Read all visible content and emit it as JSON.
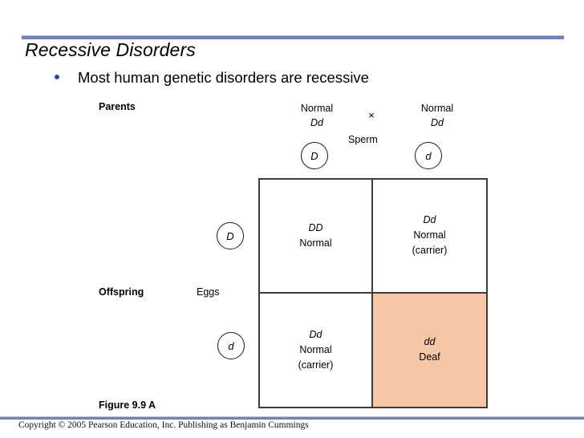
{
  "slide": {
    "title": "Recessive Disorders",
    "bullets": [
      "Most human genetic disorders are recessive"
    ],
    "accent_color": "#7082be",
    "bullet_color": "#1f4e9c"
  },
  "figure": {
    "caption": "Figure 9.9 A",
    "labels": {
      "parents": "Parents",
      "offspring": "Offspring",
      "sperm": "Sperm",
      "eggs": "Eggs",
      "cross_symbol": "×"
    },
    "parents": [
      {
        "phenotype": "Normal",
        "genotype": "Dd"
      },
      {
        "phenotype": "Normal",
        "genotype": "Dd"
      }
    ],
    "gametes": {
      "sperm": [
        "D",
        "d"
      ],
      "eggs": [
        "D",
        "d"
      ]
    },
    "punnett": {
      "highlight_color": "#f6c6a7",
      "cells": [
        {
          "genotype": "DD",
          "phenotype": "Normal",
          "note": "",
          "highlighted": false
        },
        {
          "genotype": "Dd",
          "phenotype": "Normal",
          "note": "(carrier)",
          "highlighted": false
        },
        {
          "genotype": "Dd",
          "phenotype": "Normal",
          "note": "(carrier)",
          "highlighted": false
        },
        {
          "genotype": "dd",
          "phenotype": "Deaf",
          "note": "",
          "highlighted": true
        }
      ]
    }
  },
  "footer": {
    "copyright": "Copyright © 2005 Pearson Education, Inc. Publishing as Benjamin Cummings"
  }
}
